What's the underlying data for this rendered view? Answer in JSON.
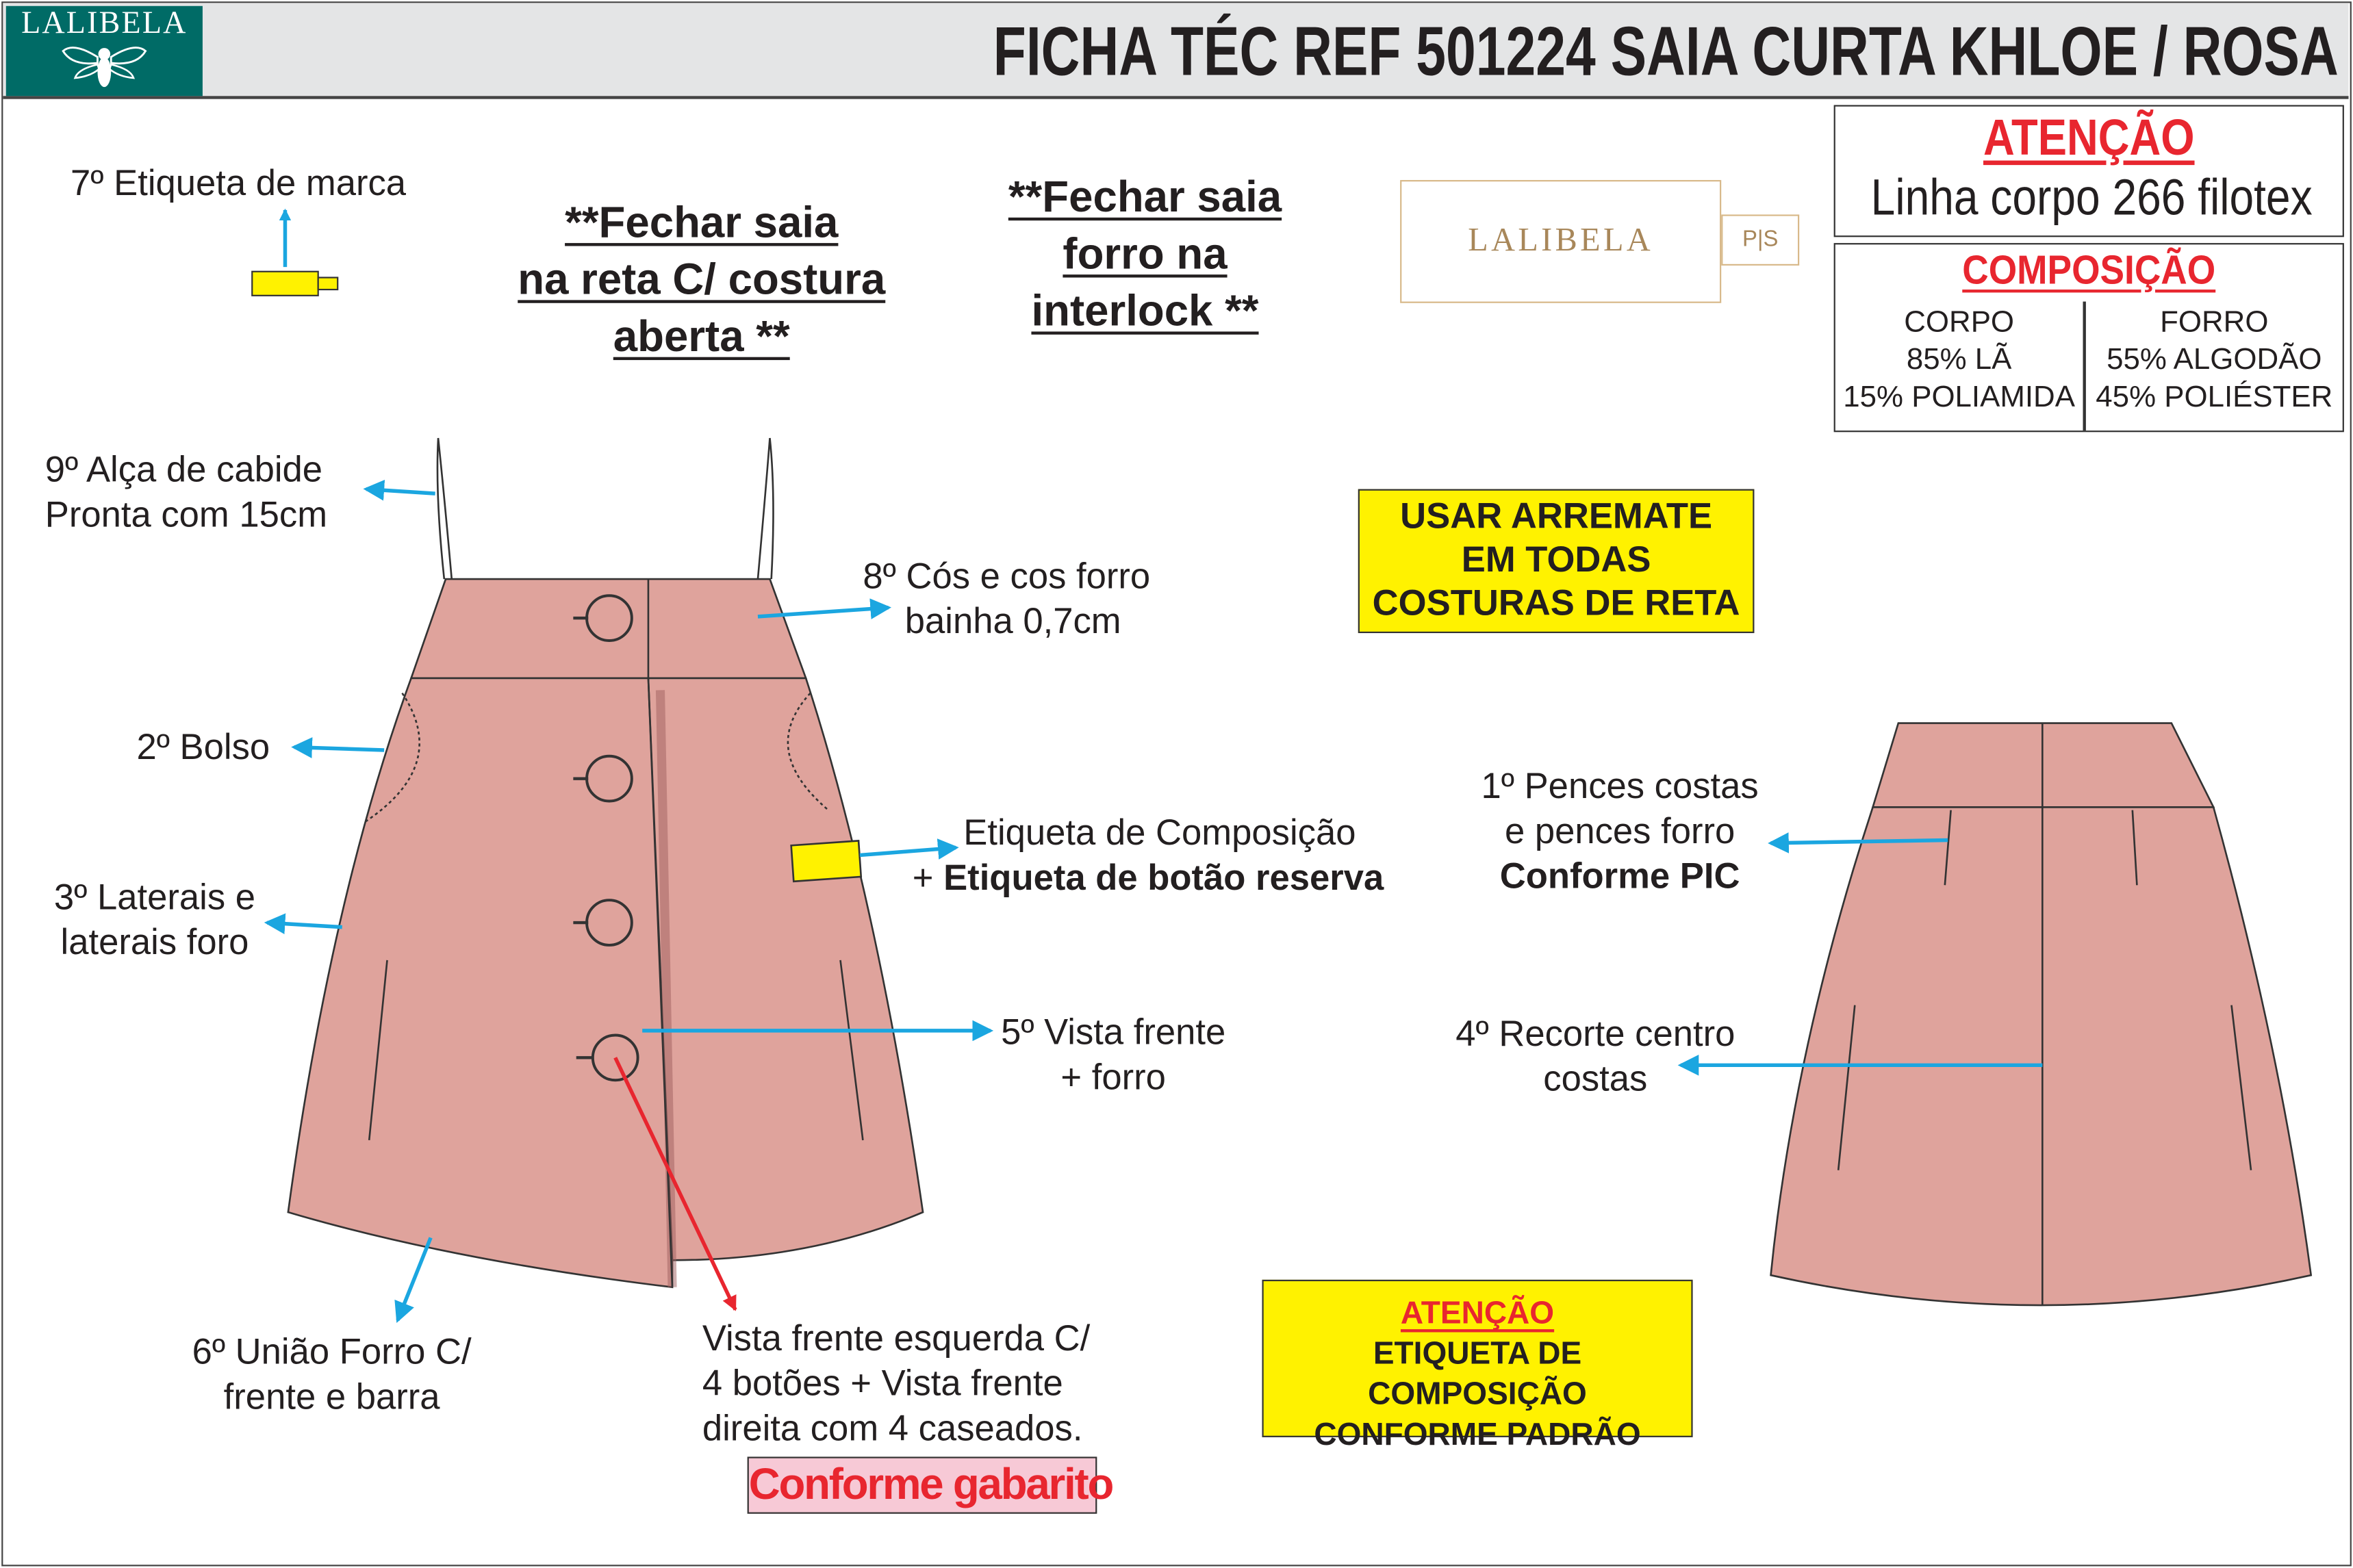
{
  "header": {
    "brand": "LALIBELA",
    "title": "FICHA TÉC REF 501224 SAIA CURTA KHLOE / ROSA"
  },
  "attention_box": {
    "title": "ATENÇÃO",
    "text": "Linha corpo 266 filotex"
  },
  "composition": {
    "title": "COMPOSIÇÃO",
    "body": {
      "label": "CORPO",
      "lines": [
        "85% LÃ",
        "15% POLIAMIDA"
      ]
    },
    "lining": {
      "label": "FORRO",
      "lines": [
        "55% ALGODÃO",
        "45% POLIÉSTER"
      ]
    }
  },
  "label_tag": {
    "brand": "LALIBELA",
    "size": "P|S"
  },
  "notes": {
    "close_skirt": [
      "**Fechar saia",
      "na reta C/ costura",
      "aberta **"
    ],
    "close_lining": [
      "**Fechar saia",
      "forro na",
      "interlock **"
    ],
    "overlock": [
      "USAR ARREMATE",
      "EM TODAS",
      "COSTURAS DE RETA"
    ],
    "attention_label": {
      "title": "ATENÇÃO",
      "lines": [
        "ETIQUETA DE COMPOSIÇÃO",
        "CONFORME PADRÃO"
      ]
    }
  },
  "callouts": {
    "brand_label": "7º Etiqueta de marca",
    "hanger_loop": [
      "9º Alça de cabide",
      "Pronta com 15cm"
    ],
    "waistband": [
      "8º Cós e cos forro",
      "bainha 0,7cm"
    ],
    "pocket": "2º Bolso",
    "comp_label": [
      "Etiqueta de Composição",
      "+ ",
      "Etiqueta de botão reserva"
    ],
    "sides": [
      "3º Laterais e",
      "laterais foro"
    ],
    "front_placket": [
      "5º Vista frente",
      "+ forro"
    ],
    "lining_join": [
      "6º União Forro C/",
      "frente e barra"
    ],
    "placket_detail": [
      "Vista frente esquerda C/",
      "4 botões + Vista frente",
      "direita com 4 caseados."
    ],
    "template": "Conforme gabarito",
    "back_darts": [
      "1º Pences costas",
      "e pences forro",
      "Conforme PIC"
    ],
    "back_seam": [
      "4º Recorte centro",
      "costas"
    ]
  },
  "colors": {
    "brand": "#006b66",
    "fabric": "#dfa39c",
    "arrow": "#1ba6e0",
    "accent": "#e8262f",
    "highlight": "#fff200"
  }
}
